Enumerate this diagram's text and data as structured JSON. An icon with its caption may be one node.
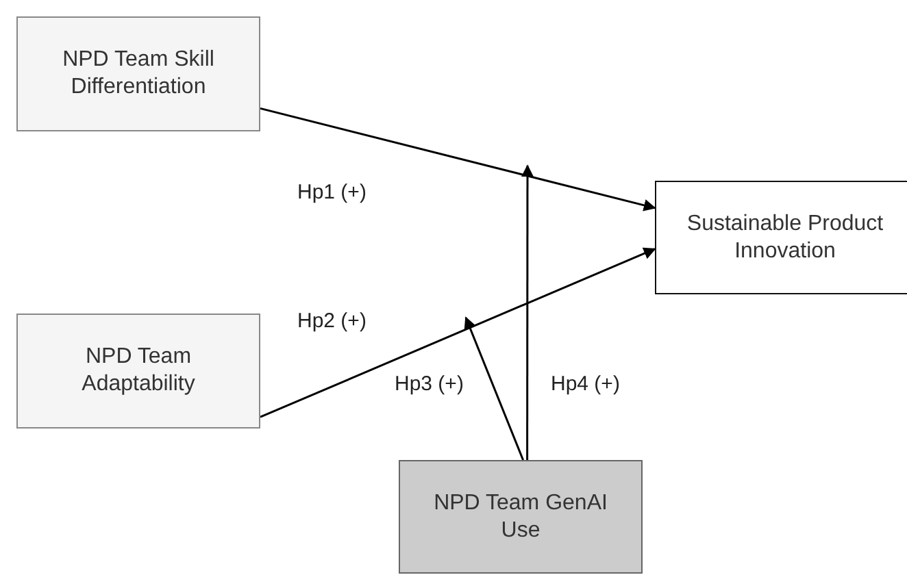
{
  "diagram": {
    "nodes": [
      {
        "text": [
          "NPD Team Skill Differentiation"
        ]
      },
      {
        "text": [
          "Sustainable Product Innovation"
        ]
      },
      {
        "text": [
          "NPD Team Adaptability"
        ]
      },
      {
        "text": [
          "NPD Team GenAI Use"
        ]
      }
    ],
    "edges": [
      {
        "from": 0,
        "to": 1,
        "arrow": "to",
        "label": "Hp1 (+)"
      },
      {
        "from": 2,
        "to": 1,
        "arrow": "to",
        "label": "Hp2 (+)"
      },
      {
        "from": 3,
        "to": null,
        "arrow": "to",
        "label": "Hp3 (+)"
      },
      {
        "from": 3,
        "to": null,
        "arrow": "to",
        "label": "Hp4 (+)"
      }
    ]
  }
}
